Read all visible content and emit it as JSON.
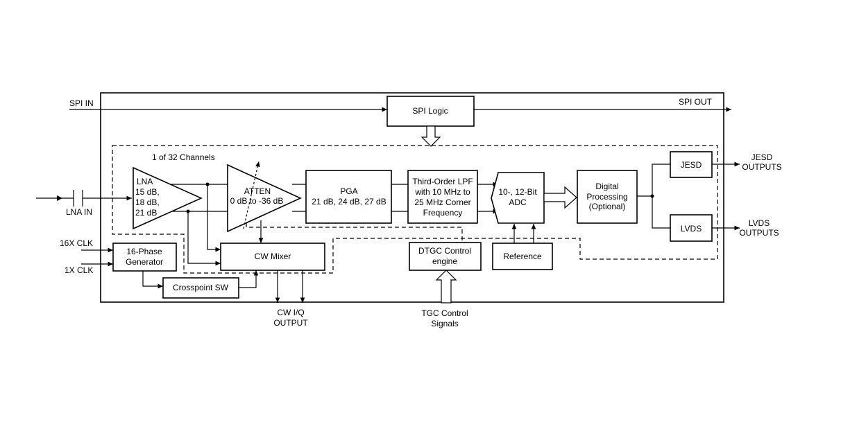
{
  "labels": {
    "spi_in": "SPI IN",
    "spi_out": "SPI OUT",
    "spi_logic": "SPI Logic",
    "channels": "1 of 32 Channels",
    "lna_in": "LNA IN",
    "lna": [
      "LNA",
      "15 dB,",
      "18 dB,",
      "21 dB"
    ],
    "atten": [
      "ATTEN",
      "0 dB to -36 dB"
    ],
    "pga": [
      "PGA",
      "21 dB, 24 dB, 27 dB"
    ],
    "lpf": [
      "Third-Order LPF",
      "with 10 MHz to",
      "25 MHz Corner",
      "Frequency"
    ],
    "adc": [
      "10-, 12-Bit",
      "ADC"
    ],
    "digital": [
      "Digital",
      "Processing",
      "(Optional)"
    ],
    "jesd": "JESD",
    "jesd_outputs": [
      "JESD",
      "OUTPUTS"
    ],
    "lvds": "LVDS",
    "lvds_outputs": [
      "LVDS",
      "OUTPUTS"
    ],
    "clk16": "16X CLK",
    "clk1": "1X CLK",
    "phase_gen": [
      "16-Phase",
      "Generator"
    ],
    "cw_mixer": "CW Mixer",
    "crosspoint": "Crosspoint SW",
    "dtgc": [
      "DTGC Control",
      "engine"
    ],
    "reference": "Reference",
    "cw_out": [
      "CW I/Q",
      "OUTPUT"
    ],
    "tgc_signals": [
      "TGC Control",
      "Signals"
    ]
  }
}
